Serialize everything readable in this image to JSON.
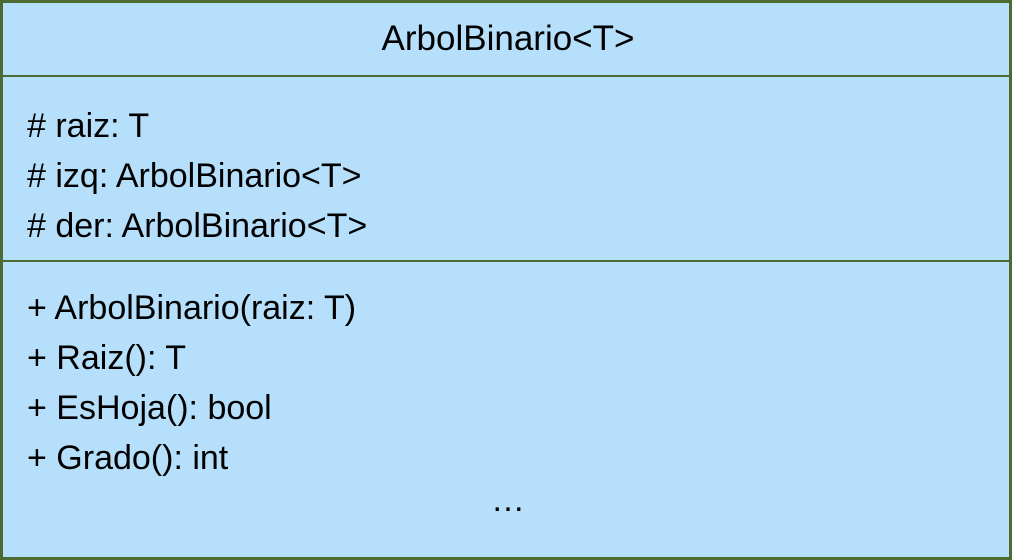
{
  "class": {
    "name": "ArbolBinario<T>",
    "attributes": [
      "# raiz: T",
      "# izq: ArbolBinario<T>",
      "# der: ArbolBinario<T>"
    ],
    "methods": [
      "+ ArbolBinario(raiz: T)",
      "+ Raiz(): T",
      "+ EsHoja(): bool",
      "+ Grado(): int"
    ],
    "more": "…"
  },
  "colors": {
    "fill": "#b5dffb",
    "border": "#4e6a33",
    "text": "#000000"
  }
}
